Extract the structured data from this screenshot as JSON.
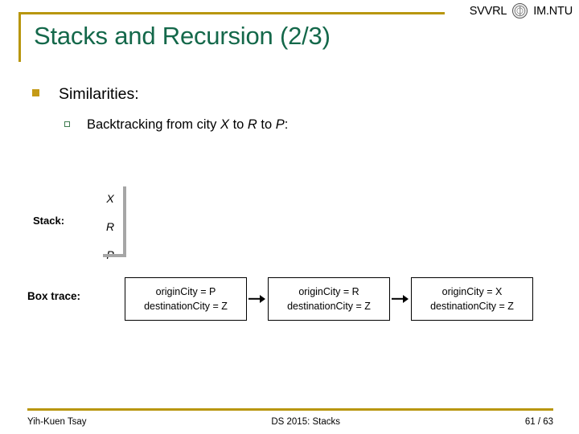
{
  "brand": {
    "left_text": "SVVRL",
    "right_text": "IM.NTU",
    "logo_name": "ntu-seal-logo"
  },
  "title": "Stacks and Recursion (2/3)",
  "colors": {
    "title_green": "#14684a",
    "accent_gold": "#b8960c",
    "bullet_gold": "#c49a16",
    "subbullet_green": "#3f7b4f",
    "stack_bracket_gray": "#a6a6a6"
  },
  "bullets": {
    "level1": "Similarities:",
    "level2_prefix": "Backtracking from city ",
    "level2_var1": "X",
    "level2_mid1": " to ",
    "level2_var2": "R",
    "level2_mid2": " to ",
    "level2_var3": "P",
    "level2_suffix": ":"
  },
  "stack": {
    "label": "Stack:",
    "items": [
      "X",
      "R",
      "P"
    ]
  },
  "box_trace": {
    "label": "Box trace:",
    "boxes": [
      {
        "origin_line": "originCity = P",
        "destination_line": "destinationCity = Z"
      },
      {
        "origin_line": "originCity = R",
        "destination_line": "destinationCity = Z"
      },
      {
        "origin_line": "originCity = X",
        "destination_line": "destinationCity = Z"
      }
    ],
    "arrow_name": "right-arrow-icon"
  },
  "footer": {
    "author": "Yih-Kuen Tsay",
    "course": "DS 2015: Stacks",
    "page": "61 / 63"
  }
}
